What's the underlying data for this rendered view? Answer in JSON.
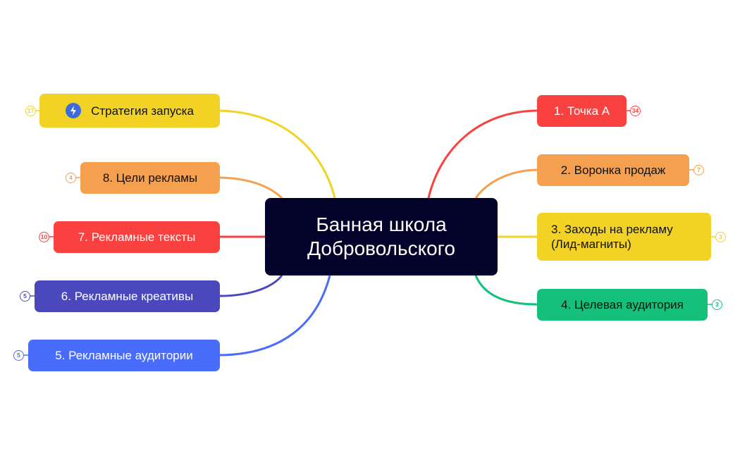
{
  "root": {
    "line1": "Банная школа",
    "line2": "Добровольского",
    "color": "#02022a"
  },
  "right_branches": [
    {
      "label": "1. Точка А",
      "count": "34",
      "color": "#f9423f",
      "text_color": "#ffffff"
    },
    {
      "label": "2. Воронка продаж",
      "count": "7",
      "color": "#f5a04e",
      "text_color": "#111111"
    },
    {
      "label_line1": "3. Заходы на рекламу",
      "label_line2": "(Лид-магниты)",
      "count": "3",
      "color": "#f2d225",
      "text_color": "#111111"
    },
    {
      "label": "4. Целевая аудитория",
      "count": "3",
      "color": "#14c07a",
      "text_color": "#111111"
    }
  ],
  "left_branches": [
    {
      "label": "Стратегия запуска",
      "count": "17",
      "color": "#f2d225",
      "text_color": "#111111",
      "icon": "lightning-icon"
    },
    {
      "label": "8. Цели рекламы",
      "count": "4",
      "color": "#f5a04e",
      "text_color": "#111111"
    },
    {
      "label": "7. Рекламные тексты",
      "count": "10",
      "color": "#f9423f",
      "text_color": "#ffffff"
    },
    {
      "label": "6. Рекламные креативы",
      "count": "5",
      "color": "#4b48bd",
      "text_color": "#ffffff"
    },
    {
      "label": "5. Рекламные аудитории",
      "count": "5",
      "color": "#4a6cfb",
      "text_color": "#ffffff"
    }
  ]
}
